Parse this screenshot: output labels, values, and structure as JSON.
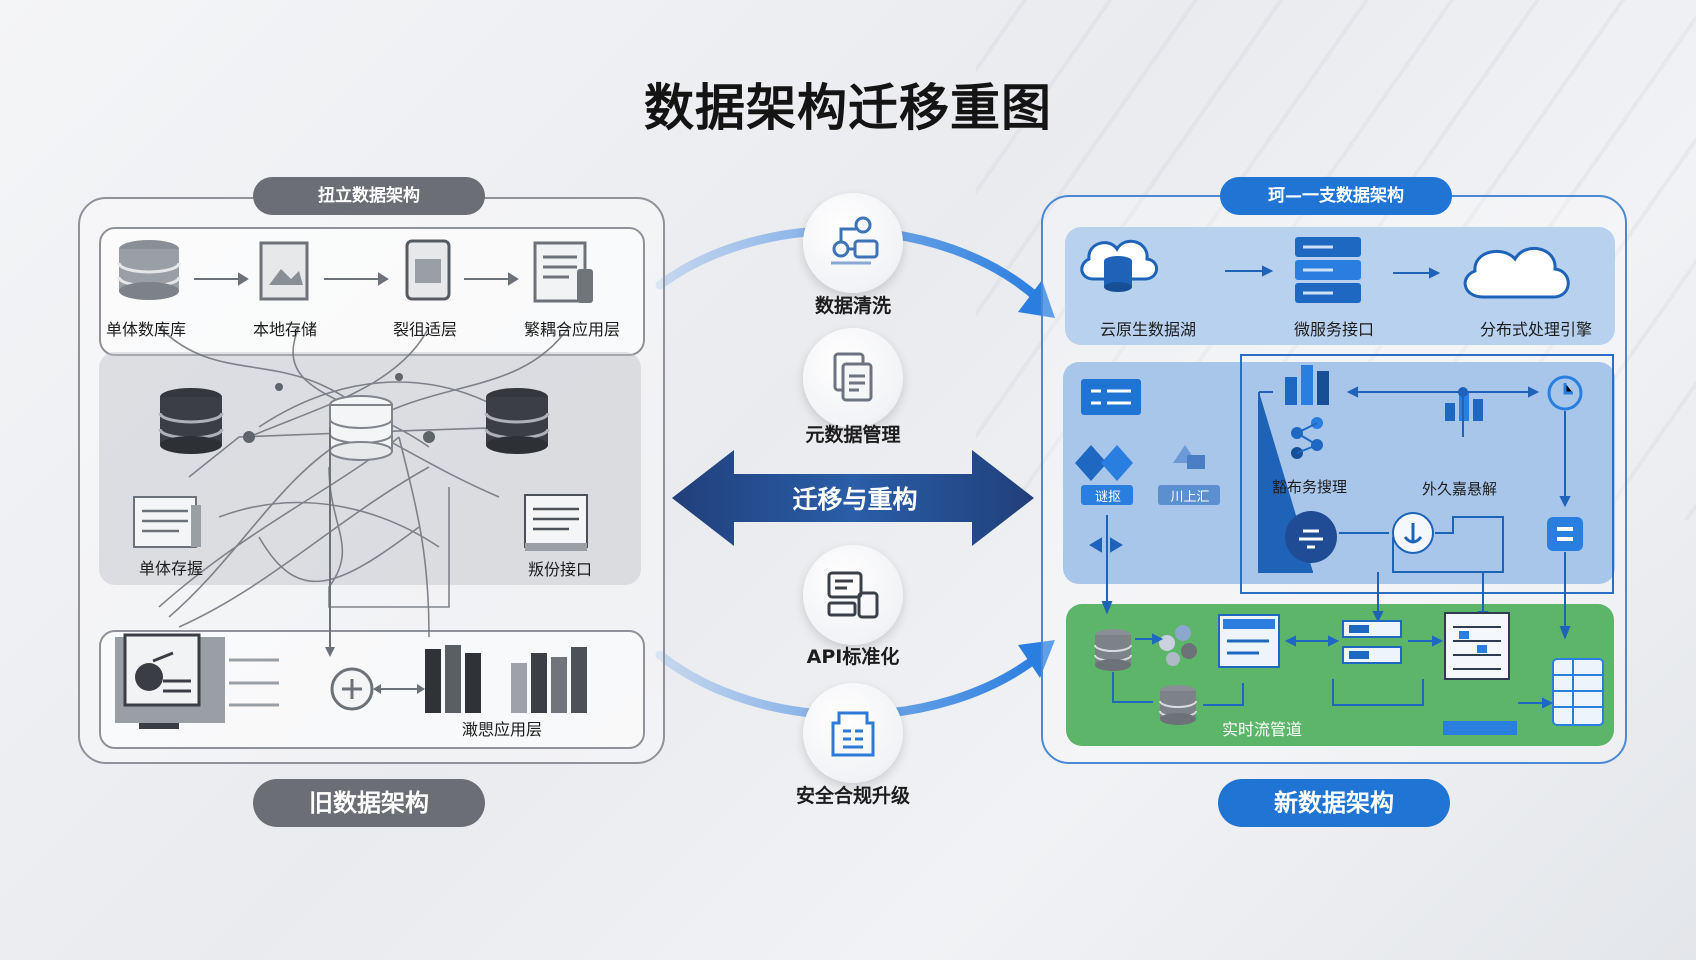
{
  "title": "数据架构迁移重图",
  "old": {
    "header": "扭立数据架构",
    "footer": "旧数据架构",
    "top_row": [
      "单体数库库",
      "本地存储",
      "裂徂适层",
      "繁耦合应用层"
    ],
    "mid_labels": [
      "单体存握",
      "叛份接口"
    ],
    "bottom_label": "澉愳应用层"
  },
  "new": {
    "header": "珂—一支数据架构",
    "footer": "新数据架构",
    "top_row": [
      "云原生数据湖",
      "微服务接口",
      "分布式处理引擎"
    ],
    "mid_labels": [
      "豁布务搜理",
      "外久嘉悬解"
    ],
    "tags": [
      "谜抠",
      "川上汇"
    ],
    "bottom_label": "实时流管道"
  },
  "center": {
    "steps": [
      "数据清洗",
      "元数据管理",
      "API标准化",
      "安全合规升级"
    ],
    "arrow_label": "迁移与重构"
  },
  "colors": {
    "old_gray": "#6b6f75",
    "new_blue": "#1f74d4",
    "arrow_navy": "#1e4a8e",
    "green": "#5db56a"
  }
}
